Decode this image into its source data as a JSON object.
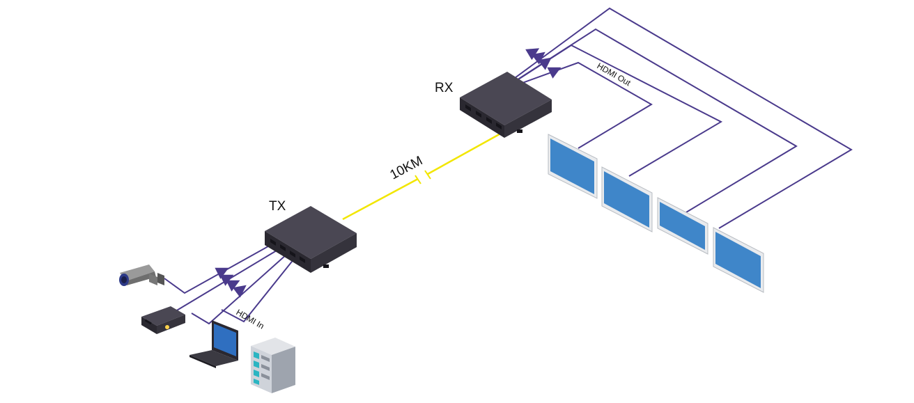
{
  "labels": {
    "tx": "TX",
    "rx": "RX",
    "distance": "10KM",
    "hdmi_in": "HDMI In",
    "hdmi_out": "HDMI Out"
  },
  "colors": {
    "hdmi_cable": "#4a3a8c",
    "fiber_link": "#f2e600",
    "box_top": "#4a4753",
    "box_side": "#35333c",
    "box_front": "#2a2830",
    "screen": "#3f86c9",
    "bezel": "#e9ebee",
    "camera": "#8c8c8c"
  },
  "icons": {
    "sources": [
      "camera-icon",
      "projector-icon",
      "laptop-icon",
      "server-icon"
    ],
    "displays": [
      "monitor-icon",
      "monitor-icon",
      "monitor-icon",
      "monitor-icon"
    ]
  }
}
